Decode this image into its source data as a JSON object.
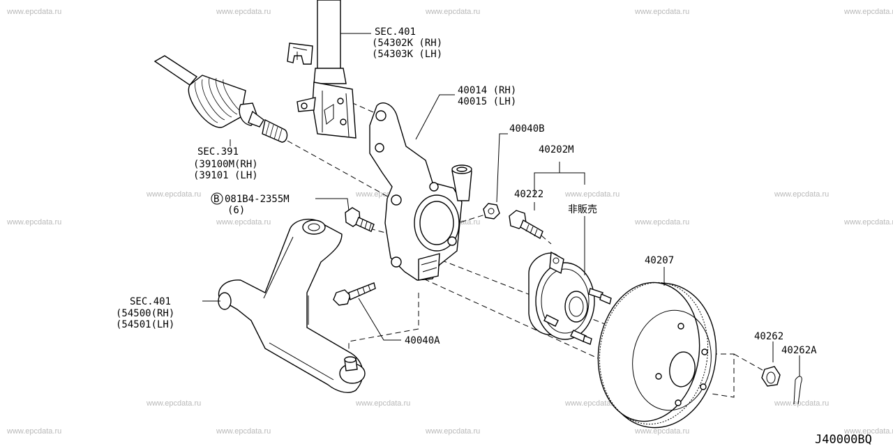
{
  "watermark": "www.epcdata.ru",
  "diagram_code": "J40000BQ",
  "labels": {
    "sec401_top": "SEC.401",
    "strut_rh": "(54302K (RH)",
    "strut_lh": "(54303K (LH)",
    "knuckle_rh": "40014 (RH)",
    "knuckle_lh": "40015 (LH)",
    "sec391": "SEC.391",
    "shaft_rh": "(39100M(RH)",
    "shaft_lh": "(39101  (LH)",
    "nut_40040b": "40040B",
    "hub_assy": "40202M",
    "hub_bolt": "40222",
    "not_for_sale": "非販売",
    "bolt_code": "081B4-2355M",
    "bolt_qty": "(6)",
    "bolt_prefix": "B",
    "rotor": "40207",
    "sec401_arm": "SEC.401",
    "arm_rh": "(54500(RH)",
    "arm_lh": "(54501(LH)",
    "bolt_40040a": "40040A",
    "hub_nut": "40262",
    "cotter_pin": "40262A"
  }
}
